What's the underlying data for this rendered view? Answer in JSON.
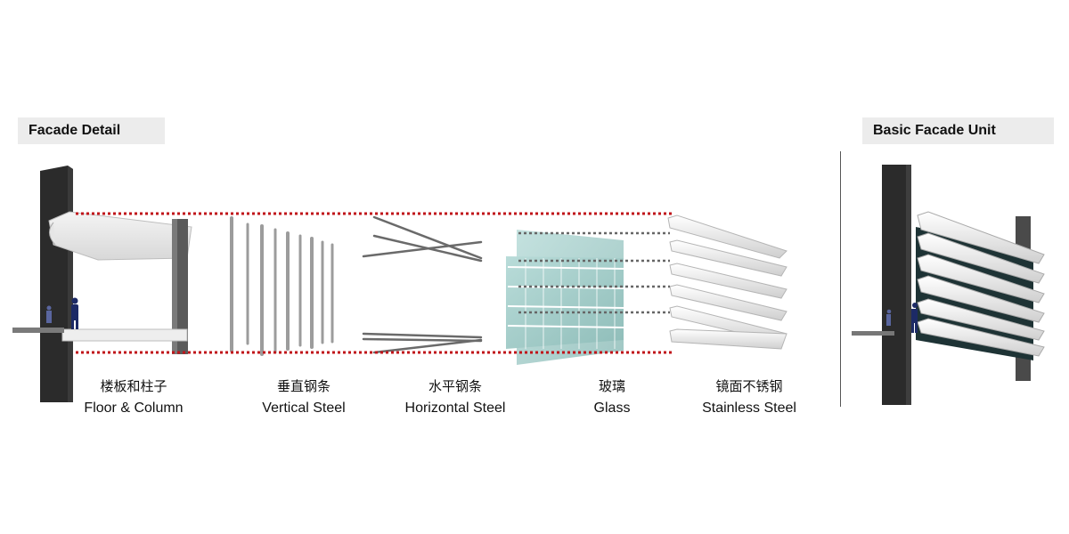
{
  "headers": {
    "left": "Facade Detail",
    "right": "Basic Facade Unit"
  },
  "components": [
    {
      "zh": "楼板和柱子",
      "en": "Floor & Column"
    },
    {
      "zh": "垂直钢条",
      "en": "Vertical Steel"
    },
    {
      "zh": "水平钢条",
      "en": "Horizontal Steel"
    },
    {
      "zh": "玻璃",
      "en": "Glass"
    },
    {
      "zh": "镜面不锈钢",
      "en": "Stainless Steel"
    }
  ],
  "colors": {
    "dashed_outline": "#c0141a",
    "glass": "#a9cfcc",
    "column": "#2a2a2a",
    "steel": "#9a9a9a"
  }
}
